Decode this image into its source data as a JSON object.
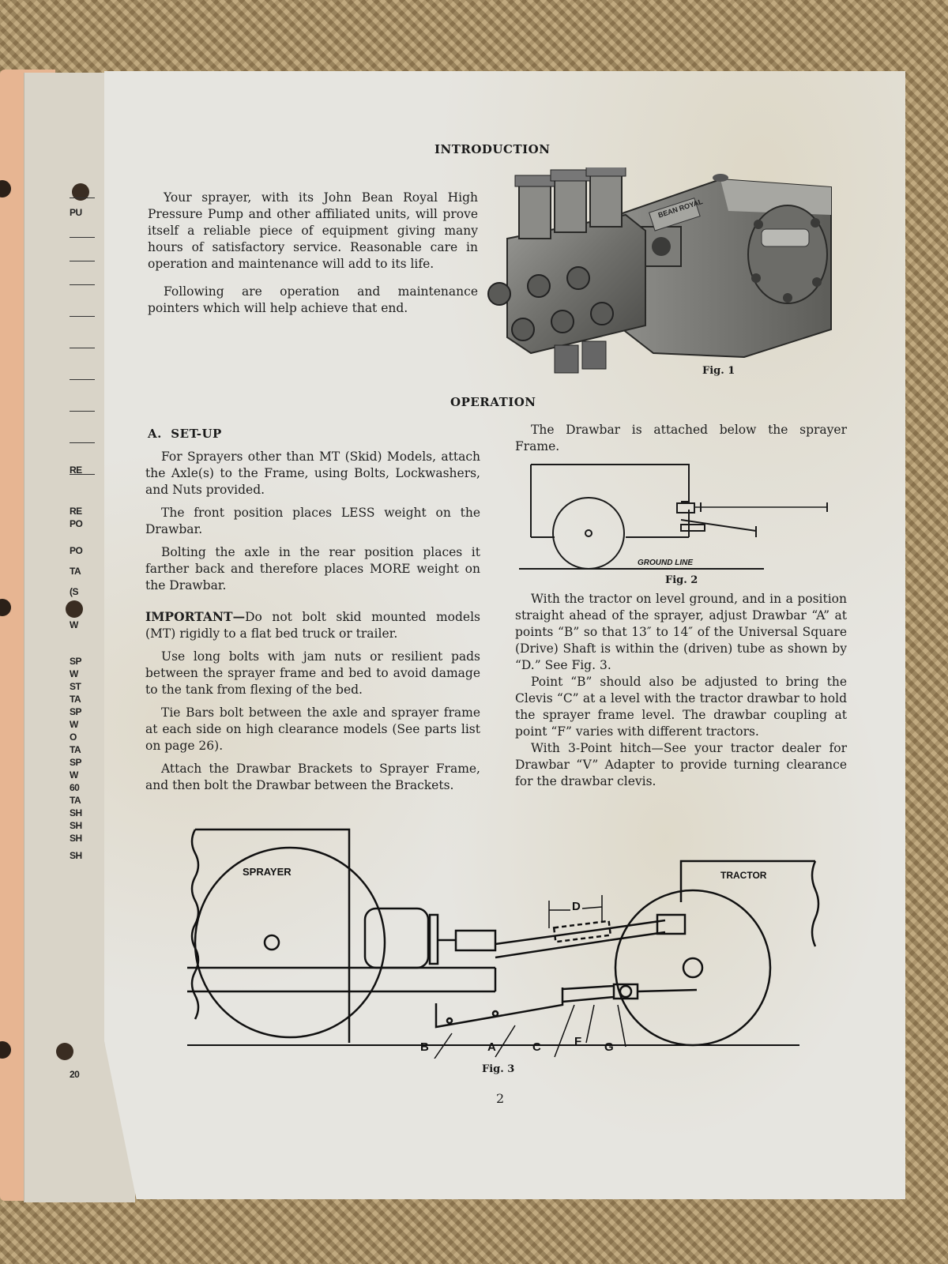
{
  "back_sheet": {
    "edge_fragments": [
      "PU",
      "RE",
      "RE",
      "PO",
      "PO",
      "TA",
      "(S",
      "W",
      "SP",
      "W",
      "ST",
      "TA",
      "SP",
      "W",
      "O",
      "TA",
      "SP",
      "W",
      "60",
      "TA",
      "SH",
      "SH",
      "SH",
      "SH",
      "20"
    ]
  },
  "introduction": {
    "heading": "INTRODUCTION",
    "paragraph_1": "Your sprayer, with its John Bean Royal High Pressure Pump and other affiliated units, will prove itself a reliable piece of equipment giving many hours of satisfactory service. Reasonable care in operation and maintenance will add to its life.",
    "paragraph_2": "Following are operation and maintenance pointers which will help achieve that end.",
    "pump_nameplate": "BEAN ROYAL",
    "fig_caption": "Fig. 1"
  },
  "operation": {
    "heading": "OPERATION",
    "setup_heading": "A.  SET-UP",
    "setup_p1": "For Sprayers other than MT (Skid) Models, attach the Axle(s) to the Frame, using Bolts, Lockwashers, and Nuts provided.",
    "setup_p2": "The front position places LESS weight on the Drawbar.",
    "setup_p3": "Bolting the axle in the rear position places it farther back and therefore places MORE weight on the Drawbar.",
    "important_label": "IMPORTANT—",
    "important_text": "Do not bolt skid mounted models (MT) rigidly to a flat bed truck or trailer.",
    "setup_p4": "Use long bolts with jam nuts or resilient pads between the sprayer frame and bed to avoid damage to the tank from flexing of the bed.",
    "setup_p5": "Tie Bars bolt between the axle and sprayer frame at each side on high clearance models (See parts list on page 26).",
    "setup_p6": "Attach the Drawbar Brackets to Sprayer Frame, and then bolt the Drawbar between the Brackets.",
    "right_p1": "The Drawbar is attached below the sprayer Frame.",
    "fig2_ground_label": "GROUND LINE",
    "fig2_caption": "Fig. 2",
    "right_p2": "With the tractor on level ground, and in a position straight ahead of the sprayer, adjust Drawbar “A” at points “B” so that 13″ to 14″ of the Universal Square (Drive) Shaft is within the (driven) tube as shown by “D.” See Fig. 3.",
    "right_p3": "Point “B” should also be adjusted to bring the Clevis “C” at a level with the tractor drawbar to hold the sprayer frame level. The drawbar coupling at point “F” varies with different tractors.",
    "right_p4": "With 3-Point hitch—See your tractor dealer for Drawbar “V” Adapter to provide turning clearance for the drawbar clevis."
  },
  "fig3": {
    "sprayer_label": "SPRAYER",
    "tractor_label": "TRACTOR",
    "label_d": "D",
    "label_b": "B",
    "label_a": "A",
    "label_c": "C",
    "label_f": "F",
    "label_g": "G",
    "caption": "Fig. 3"
  },
  "page_number": "2"
}
